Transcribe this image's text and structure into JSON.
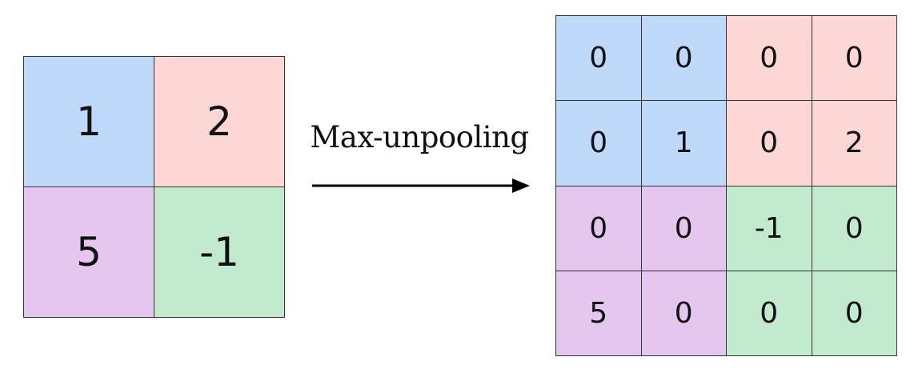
{
  "input": {
    "cells": [
      {
        "value": "1",
        "color": "#bfd9fb"
      },
      {
        "value": "2",
        "color": "#fdd6d6"
      },
      {
        "value": "5",
        "color": "#e4c6ee"
      },
      {
        "value": "-1",
        "color": "#c1eacf"
      }
    ]
  },
  "operation": {
    "label": "Max-unpooling"
  },
  "output": {
    "cells": [
      {
        "value": "0",
        "color": "#bfd9fb"
      },
      {
        "value": "0",
        "color": "#bfd9fb"
      },
      {
        "value": "0",
        "color": "#fdd6d6"
      },
      {
        "value": "0",
        "color": "#fdd6d6"
      },
      {
        "value": "0",
        "color": "#bfd9fb"
      },
      {
        "value": "1",
        "color": "#bfd9fb"
      },
      {
        "value": "0",
        "color": "#fdd6d6"
      },
      {
        "value": "2",
        "color": "#fdd6d6"
      },
      {
        "value": "0",
        "color": "#e4c6ee"
      },
      {
        "value": "0",
        "color": "#e4c6ee"
      },
      {
        "value": "-1",
        "color": "#c1eacf"
      },
      {
        "value": "0",
        "color": "#c1eacf"
      },
      {
        "value": "5",
        "color": "#e4c6ee"
      },
      {
        "value": "0",
        "color": "#e4c6ee"
      },
      {
        "value": "0",
        "color": "#c1eacf"
      },
      {
        "value": "0",
        "color": "#c1eacf"
      }
    ]
  }
}
